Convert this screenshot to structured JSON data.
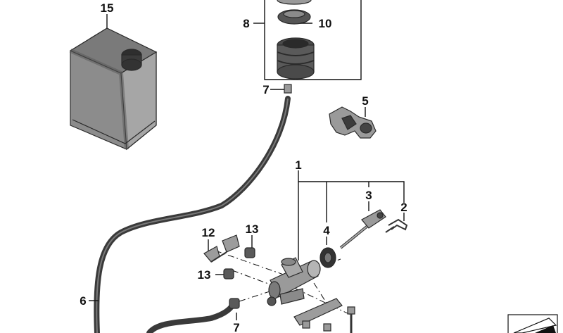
{
  "diagram": {
    "callouts": [
      {
        "id": "c15",
        "text": "15"
      },
      {
        "id": "c8",
        "text": "8"
      },
      {
        "id": "c10",
        "text": "10"
      },
      {
        "id": "c7a",
        "text": "7"
      },
      {
        "id": "c5",
        "text": "5"
      },
      {
        "id": "c1",
        "text": "1"
      },
      {
        "id": "c3",
        "text": "3"
      },
      {
        "id": "c2",
        "text": "2"
      },
      {
        "id": "c4",
        "text": "4"
      },
      {
        "id": "c12",
        "text": "12"
      },
      {
        "id": "c13a",
        "text": "13"
      },
      {
        "id": "c13b",
        "text": "13"
      },
      {
        "id": "c6",
        "text": "6"
      },
      {
        "id": "c7b",
        "text": "7"
      }
    ],
    "colors": {
      "part_fill": "#8a8a8a",
      "part_dark": "#3c3c3c",
      "part_light": "#b9b9b9",
      "line": "#111111"
    }
  }
}
